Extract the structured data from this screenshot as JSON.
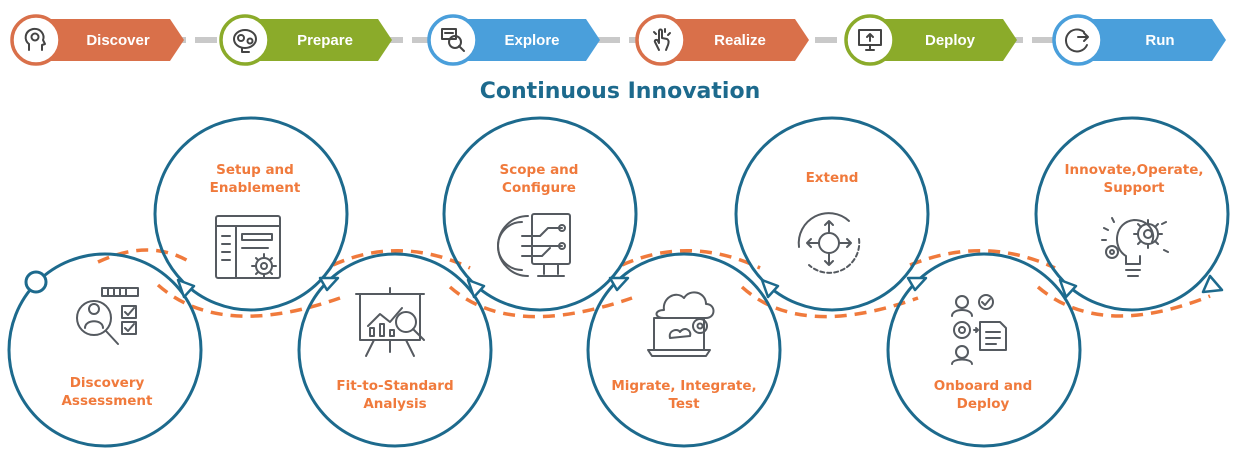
{
  "colors": {
    "orange": "#d9704a",
    "green": "#8bab2a",
    "blue": "#4a9fdb",
    "teal": "#1d6a8d",
    "step_orange": "#f07a3c",
    "icon_gray": "#555a60",
    "connector_gray": "#c9c9c9"
  },
  "phases": [
    {
      "label": "Discover",
      "color": "orange",
      "icon": "lightbulb-head-icon"
    },
    {
      "label": "Prepare",
      "color": "green",
      "icon": "brain-gears-icon"
    },
    {
      "label": "Explore",
      "color": "blue",
      "icon": "magnifier-data-icon"
    },
    {
      "label": "Realize",
      "color": "orange",
      "icon": "touch-hand-icon"
    },
    {
      "label": "Deploy",
      "color": "green",
      "icon": "monitor-upload-icon"
    },
    {
      "label": "Run",
      "color": "blue",
      "icon": "cycle-arrow-icon"
    }
  ],
  "title": "Continuous Innovation",
  "steps": [
    {
      "lines": [
        "Discovery",
        "Assessment"
      ],
      "icon": "assessment-magnifier-icon"
    },
    {
      "lines": [
        "Setup and",
        "Enablement"
      ],
      "icon": "settings-window-icon"
    },
    {
      "lines": [
        "Fit-to-Standard",
        "Analysis"
      ],
      "icon": "chart-analysis-icon"
    },
    {
      "lines": [
        "Scope and",
        "Configure"
      ],
      "icon": "circuit-gear-icon"
    },
    {
      "lines": [
        "Migrate, Integrate,",
        "Test"
      ],
      "icon": "cloud-laptop-icon"
    },
    {
      "lines": [
        "Extend"
      ],
      "icon": "compass-arrows-icon"
    },
    {
      "lines": [
        "Onboard and",
        "Deploy"
      ],
      "icon": "people-documents-icon"
    },
    {
      "lines": [
        "Innovate,Operate,",
        "Support"
      ],
      "icon": "bulb-gears-icon"
    }
  ]
}
